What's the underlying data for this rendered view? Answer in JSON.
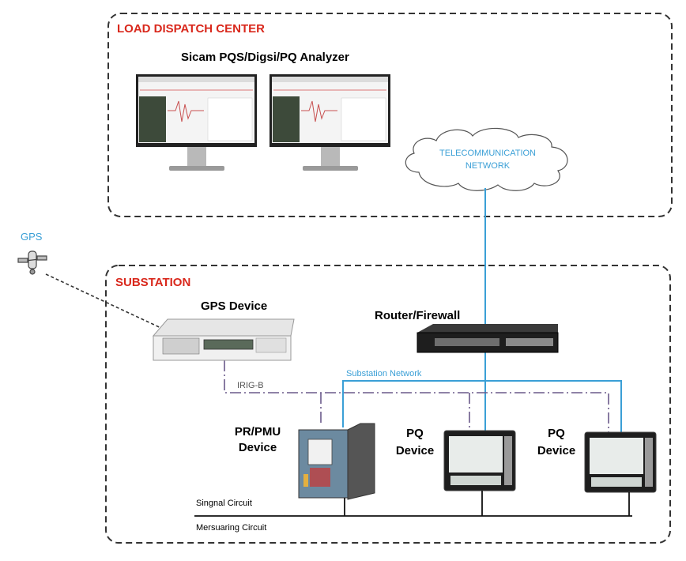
{
  "zones": {
    "load_dispatch": "LOAD DISPATCH CENTER",
    "substation": "SUBSTATION"
  },
  "labels": {
    "software": "Sicam PQS/Digsi/PQ Analyzer",
    "telecom_line1": "TELECOMMUNICATION",
    "telecom_line2": "NETWORK",
    "gps": "GPS",
    "gps_device": "GPS Device",
    "router": "Router/Firewall",
    "substation_network": "Substation Network",
    "irig": "IRIG-B",
    "pmu_line1": "PR/PMU",
    "pmu_line2": "Device",
    "pq1_line1": "PQ",
    "pq1_line2": "Device",
    "pq2_line1": "PQ",
    "pq2_line2": "Device",
    "signal_circuit": "Singnal Circuit",
    "measuring_circuit": "Mersuaring Circuit"
  },
  "colors": {
    "zone_title": "#d9281c",
    "network_line": "#3a9fd6",
    "irig_line": "#6a5a8a"
  }
}
